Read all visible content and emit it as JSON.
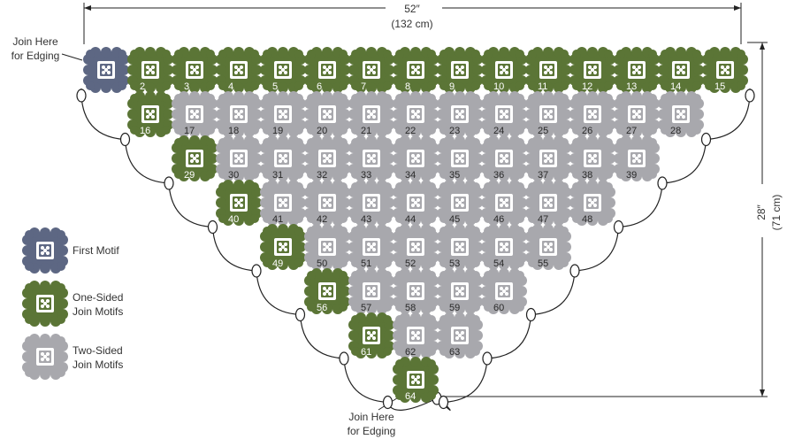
{
  "width_label": {
    "line1": "52″",
    "line2": "(132 cm)"
  },
  "height_label": {
    "line1": "28″",
    "line2": "(71 cm)"
  },
  "join_top": {
    "line1": "Join Here",
    "line2": "for Edging"
  },
  "join_bottom": {
    "line1": "Join Here",
    "line2": "for Edging"
  },
  "colors": {
    "first": "#5d6783",
    "one_sided": "#5b7536",
    "two_sided": "#a8a8ad",
    "line": "#222222"
  },
  "legend": [
    {
      "type": "first",
      "line1": "First Motif",
      "line2": ""
    },
    {
      "type": "one_sided",
      "line1": "One-Sided",
      "line2": "Join Motifs"
    },
    {
      "type": "two_sided",
      "line1": "Two-Sided",
      "line2": "Join Motifs"
    }
  ],
  "rows": [
    {
      "type": "green_row",
      "numbers": [
        "",
        "2",
        "3",
        "4",
        "5",
        "6",
        "7",
        "8",
        "9",
        "10",
        "11",
        "12",
        "13",
        "14",
        "15"
      ]
    },
    {
      "numbers": [
        "16",
        "17",
        "18",
        "19",
        "20",
        "21",
        "22",
        "23",
        "24",
        "25",
        "26",
        "27",
        "28"
      ]
    },
    {
      "numbers": [
        "29",
        "30",
        "31",
        "32",
        "33",
        "34",
        "35",
        "36",
        "37",
        "38",
        "39"
      ]
    },
    {
      "numbers": [
        "40",
        "41",
        "42",
        "43",
        "44",
        "45",
        "46",
        "47",
        "48"
      ]
    },
    {
      "numbers": [
        "49",
        "50",
        "51",
        "52",
        "53",
        "54",
        "55"
      ]
    },
    {
      "numbers": [
        "56",
        "57",
        "58",
        "59",
        "60"
      ]
    },
    {
      "numbers": [
        "61",
        "62",
        "63"
      ]
    },
    {
      "numbers": [
        "64"
      ]
    }
  ]
}
